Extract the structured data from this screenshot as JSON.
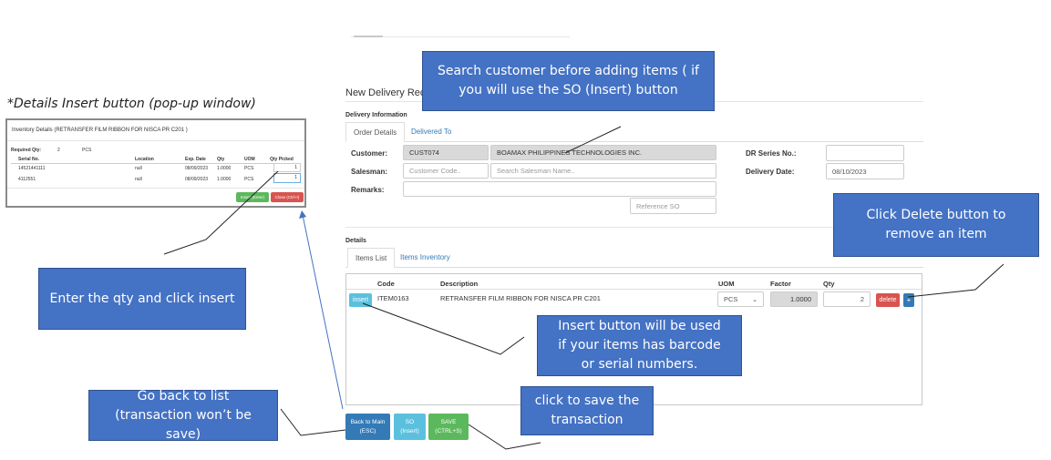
{
  "caption": "*Details Insert button (pop-up window)",
  "popup": {
    "title": "Inventory Details (RETRANSFER FILM RIBBON FOR NISCA PR C201 )",
    "required_label": "Required Qty:",
    "required_qty": "2",
    "required_uom": "PCS",
    "columns": [
      "Serial No.",
      "Location",
      "Exp. Date",
      "Qty",
      "UOM",
      "Qty Picked"
    ],
    "rows": [
      {
        "serial": "14521441111",
        "location": "null",
        "exp": "08/09/2023",
        "qty": "1.0000",
        "uom": "PCS",
        "picked": "1"
      },
      {
        "serial": "4112551",
        "location": "null",
        "exp": "08/09/2023",
        "qty": "1.0000",
        "uom": "PCS",
        "picked": "1"
      }
    ],
    "insert_label": "Insert (Enter)",
    "close_label": "Close (Ctrl+I)"
  },
  "form": {
    "title": "New Delivery Rece",
    "section_label": "Delivery Information",
    "tabs": [
      "Order Details",
      "Delivered To"
    ],
    "customer_label": "Customer:",
    "customer_code": "CUST074",
    "customer_name": "BOAMAX PHILIPPINES TECHNOLOGIES INC.",
    "salesman_label": "Salesman:",
    "salesman_code_placeholder": "Customer Code..",
    "salesman_name_placeholder": "Search Salesman Name..",
    "remarks_label": "Remarks:",
    "reference_so_placeholder": "Reference SO",
    "dr_series_label": "DR Series No.:",
    "dr_series_value": "",
    "delivery_date_label": "Delivery Date:",
    "delivery_date_value": "08/10/2023"
  },
  "details": {
    "label": "Details",
    "tabs": [
      "Items List",
      "Items Inventory"
    ],
    "columns": [
      "Code",
      "Description",
      "UOM",
      "Factor",
      "Qty"
    ],
    "row": {
      "insert_label": "insert",
      "code": "ITEM0163",
      "description": "RETRANSFER FILM RIBBON FOR NISCA PR C201",
      "uom": "PCS",
      "factor": "1.0000",
      "qty": "2",
      "delete_label": "delete",
      "add_label": "+"
    }
  },
  "buttons": {
    "back": "Back to Main\n(ESC)",
    "so": "SO\n(Insert)",
    "save": "SAVE\n(CTRL+S)"
  },
  "callouts": {
    "search_customer": "Search customer before adding items ( if you will use the SO (Insert) button",
    "delete": "Click Delete button to remove an item",
    "enter_qty": "Enter the qty and click insert",
    "insert_button": "Insert button will be used if your items has barcode or serial numbers.",
    "back_to_list": "Go back to list (transaction won’t be save)",
    "save": "click to save the transaction"
  },
  "colors": {
    "callout_bg": "#4472c4",
    "primary": "#337ab7",
    "info": "#5bc0de",
    "success": "#5cb85c",
    "danger": "#d9534f"
  }
}
